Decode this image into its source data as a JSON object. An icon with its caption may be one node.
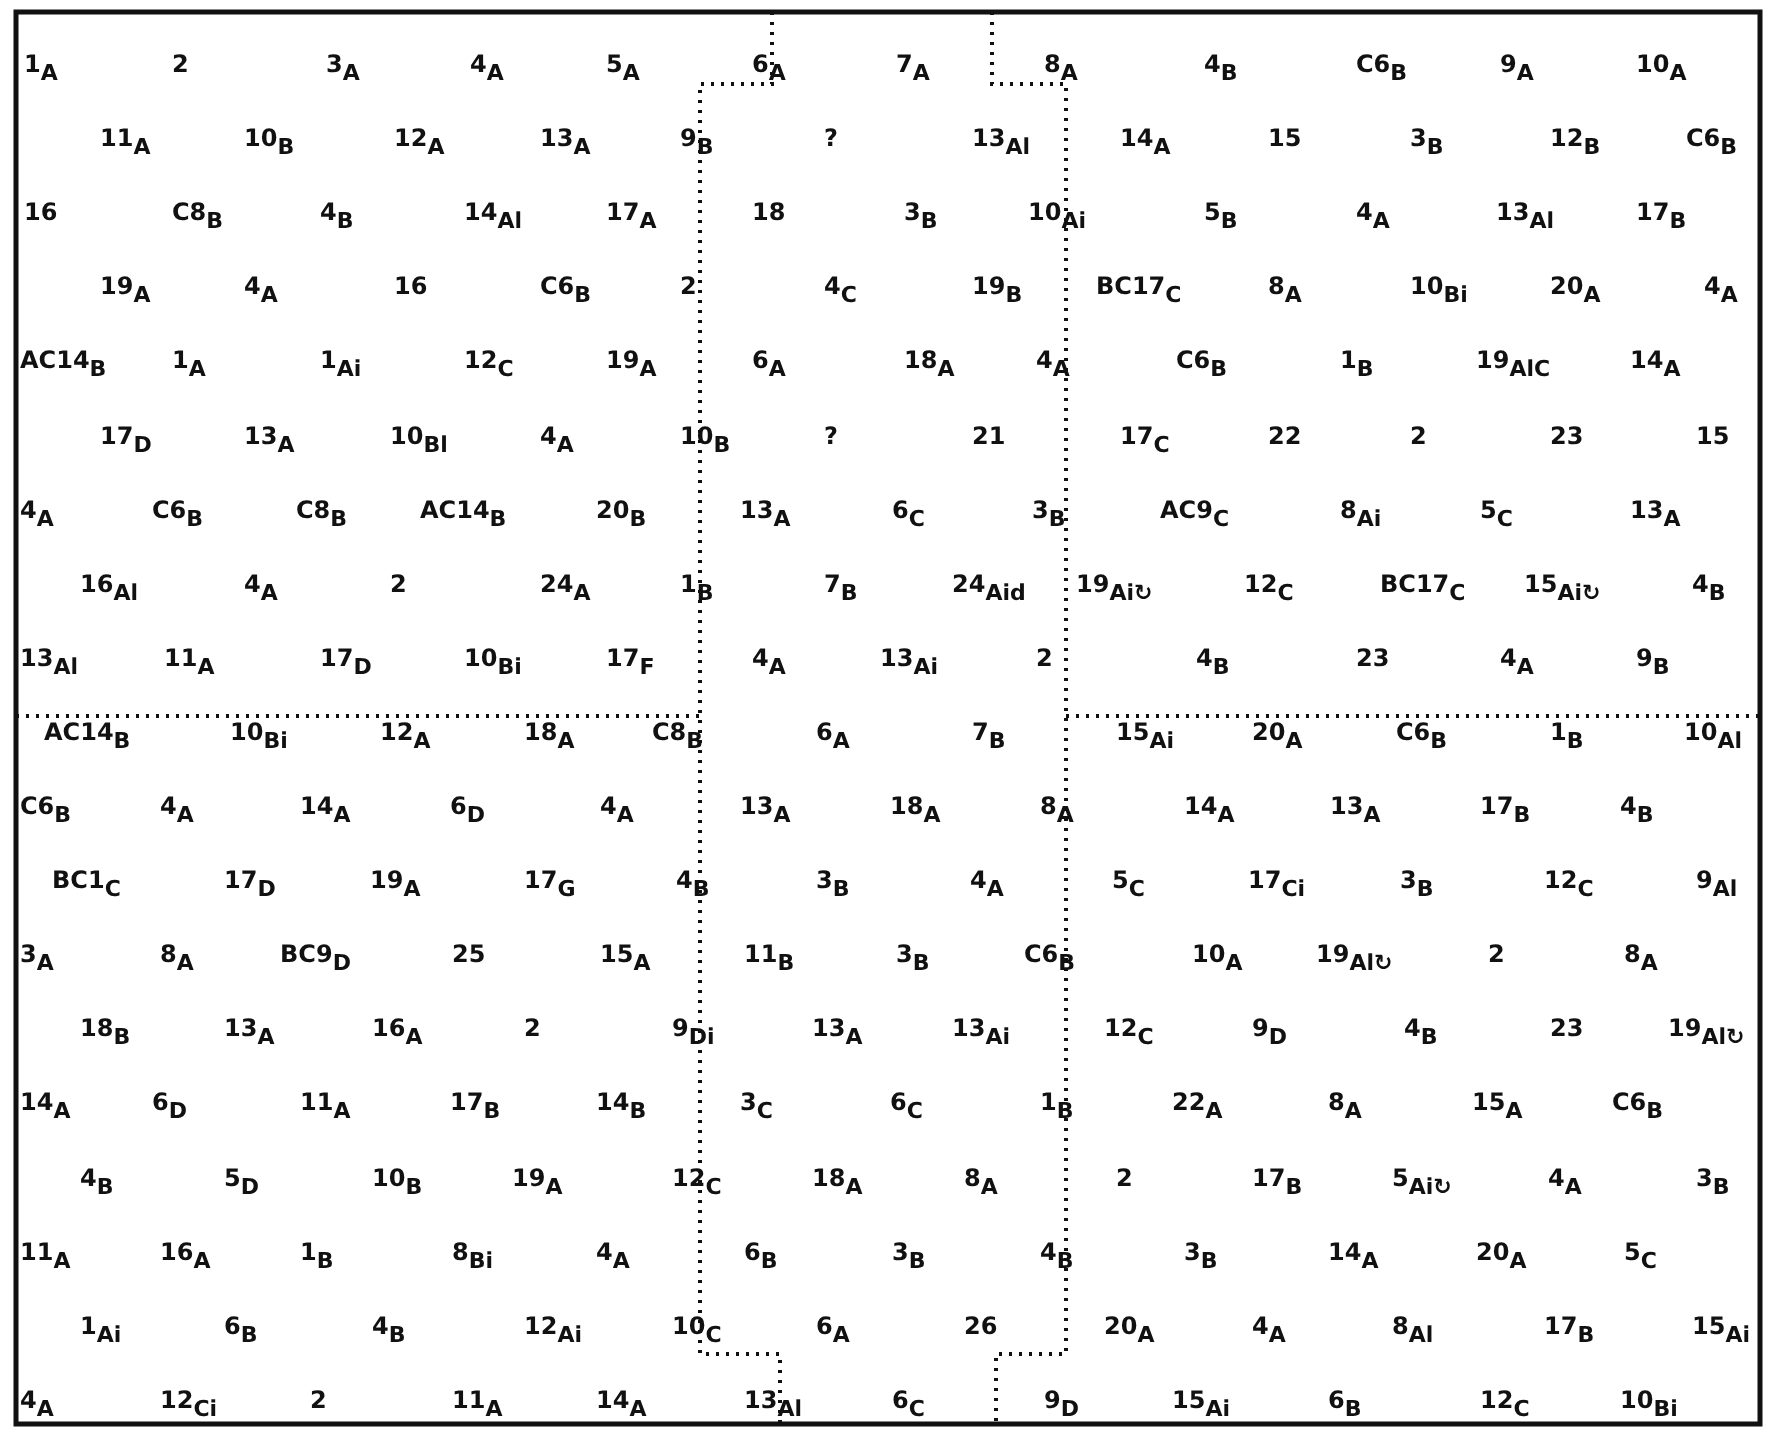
{
  "diagram": {
    "labels": [
      "1$_{A}$",
      "2",
      "3$_{A}$",
      "4$_{A}$",
      "5$_{A}$",
      "6$_{A}$",
      "7$_{A}$",
      "8$_{A}$",
      "4$_{B}$",
      "C6$_{B}$",
      "9$_{A}$",
      "10$_{A}$",
      "11$_{A}$",
      "10$_{B}$",
      "12$_{A}$",
      "13$_{A}$",
      "9$_{B}$",
      "?",
      "13$_{Al}$",
      "14$_{A}$",
      "15",
      "3$_{B}$",
      "12$_{B}$",
      "C6$_{B}$",
      "16",
      "C8$_{B}$",
      "4$_{B}$",
      "14$_{Al}$",
      "17$_{A}$",
      "18",
      "3$_{B}$",
      "10$_{Ai}$",
      "5$_{B}$",
      "4$_{A}$",
      "13$_{Al}$",
      "17$_{B}$",
      "19$_{A}$",
      "4$_{A}$",
      "16",
      "C6$_{B}$",
      "2",
      "4$_{C}$",
      "19$_{B}$",
      "BC17$_{C}$",
      "8$_{A}$",
      "10$_{Bi}$",
      "20$_{A}$",
      "4$_{A}$",
      "AC14$_{B}$",
      "1$_{A}$",
      "1$_{Ai}$",
      "12$_{C}$",
      "19$_{A}$",
      "6$_{A}$",
      "18$_{A}$",
      "4$_{A}$",
      "C6$_{B}$",
      "1$_{B}$",
      "19$_{AlC}$",
      "14$_{A}$",
      "17$_{D}$",
      "13$_{A}$",
      "10$_{Bl}$",
      "4$_{A}$",
      "10$_{B}$",
      "?",
      "21",
      "17$_{C}$",
      "22",
      "2",
      "23",
      "15",
      "4$_{A}$",
      "C6$_{B}$",
      "C8$_{B}$",
      "AC14$_{B}$",
      "20$_{B}$",
      "13$_{A}$",
      "6$_{C}$",
      "3$_{B}$",
      "AC9$_{C}$",
      "8$_{Ai}$",
      "5$_{C}$",
      "13$_{A}$",
      "16$_{Al}$",
      "4$_{A}$",
      "2",
      "24$_{A}$",
      "1$_{B}$",
      "7$_{B}$",
      "24$_{Aid}$",
      "19$_{Ai↻}$",
      "12$_{C}$",
      "BC17$_{C}$",
      "15$_{Ai↻}$",
      "4$_{B}$",
      "13$_{Al}$",
      "11$_{A}$",
      "17$_{D}$",
      "10$_{Bi}$",
      "17$_{F}$",
      "4$_{A}$",
      "13$_{Ai}$",
      "2",
      "4$_{B}$",
      "23",
      "4$_{A}$",
      "9$_{B}$",
      "AC14$_{B}$",
      "10$_{Bi}$",
      "12$_{A}$",
      "18$_{A}$",
      "C8$_{B}$",
      "6$_{A}$",
      "7$_{B}$",
      "15$_{Ai}$",
      "20$_{A}$",
      "C6$_{B}$",
      "1$_{B}$",
      "10$_{Al}$",
      "C6$_{B}$",
      "4$_{A}$",
      "14$_{A}$",
      "6$_{D}$",
      "4$_{A}$",
      "13$_{A}$",
      "18$_{A}$",
      "8$_{A}$",
      "14$_{A}$",
      "13$_{A}$",
      "17$_{B}$",
      "4$_{B}$",
      "BC1$_{C}$",
      "17$_{D}$",
      "19$_{A}$",
      "17$_{G}$",
      "4$_{B}$",
      "3$_{B}$",
      "4$_{A}$",
      "5$_{C}$",
      "17$_{Ci}$",
      "3$_{B}$",
      "12$_{C}$",
      "9$_{Al}$",
      "3$_{A}$",
      "8$_{A}$",
      "BC9$_{D}$",
      "25",
      "15$_{A}$",
      "11$_{B}$",
      "3$_{B}$",
      "C6$_{B}$",
      "10$_{A}$",
      "19$_{Al↻}$",
      "2",
      "8$_{A}$",
      "18$_{B}$",
      "13$_{A}$",
      "16$_{A}$",
      "2",
      "9$_{Di}$",
      "13$_{A}$",
      "13$_{Ai}$",
      "12$_{C}$",
      "9$_{D}$",
      "4$_{B}$",
      "23",
      "19$_{Al↻}$",
      "14$_{A}$",
      "6$_{D}$",
      "11$_{A}$",
      "17$_{B}$",
      "14$_{B}$",
      "3$_{C}$",
      "6$_{C}$",
      "1$_{B}$",
      "22$_{A}$",
      "8$_{A}$",
      "15$_{A}$",
      "C6$_{B}$",
      "4$_{B}$",
      "5$_{D}$",
      "10$_{B}$",
      "19$_{A}$",
      "12$_{C}$",
      "18$_{A}$",
      "8$_{A}$",
      "2",
      "17$_{B}$",
      "5$_{Ai↻}$",
      "4$_{A}$",
      "3$_{B}$",
      "11$_{A}$",
      "16$_{A}$",
      "1$_{B}$",
      "8$_{Bi}$",
      "4$_{A}$",
      "6$_{B}$",
      "3$_{B}$",
      "4$_{B}$",
      "3$_{B}$",
      "14$_{A}$",
      "20$_{A}$",
      "5$_{C}$",
      "1$_{Ai}$",
      "6$_{B}$",
      "4$_{B}$",
      "12$_{Ai}$",
      "10$_{C}$",
      "6$_{A}$",
      "26",
      "20$_{A}$",
      "4$_{A}$",
      "8$_{Al}$",
      "17$_{B}$",
      "15$_{Ai}$",
      "4$_{A}$",
      "12$_{Ci}$",
      "2",
      "11$_{A}$",
      "14$_{A}$",
      "13$_{Al}$",
      "6$_{C}$",
      "9$_{D}$",
      "15$_{Ai}$",
      "6$_{B}$",
      "12$_{C}$",
      "10$_{Bi}$"
    ]
  }
}
